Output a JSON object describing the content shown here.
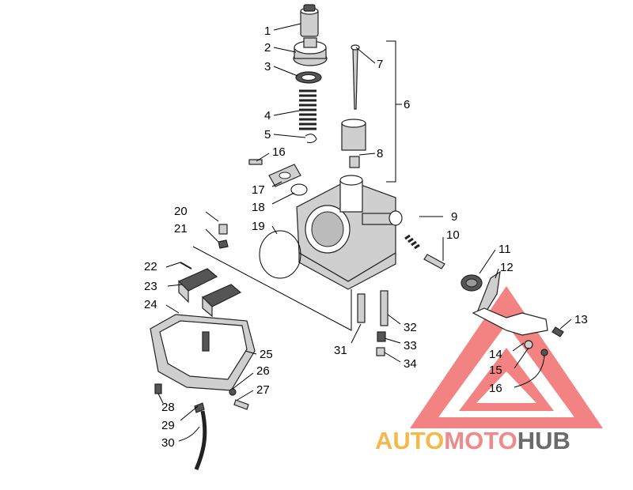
{
  "parts": [
    {
      "id": "1",
      "label": "1"
    },
    {
      "id": "2",
      "label": "2"
    },
    {
      "id": "3",
      "label": "3"
    },
    {
      "id": "4",
      "label": "4"
    },
    {
      "id": "5",
      "label": "5"
    },
    {
      "id": "6",
      "label": "6"
    },
    {
      "id": "7",
      "label": "7"
    },
    {
      "id": "8",
      "label": "8"
    },
    {
      "id": "9",
      "label": "9"
    },
    {
      "id": "10",
      "label": "10"
    },
    {
      "id": "11",
      "label": "11"
    },
    {
      "id": "12",
      "label": "12"
    },
    {
      "id": "13",
      "label": "13"
    },
    {
      "id": "14",
      "label": "14"
    },
    {
      "id": "15",
      "label": "15"
    },
    {
      "id": "16a",
      "label": "16"
    },
    {
      "id": "16b",
      "label": "16"
    },
    {
      "id": "17",
      "label": "17"
    },
    {
      "id": "18",
      "label": "18"
    },
    {
      "id": "19",
      "label": "19"
    },
    {
      "id": "20",
      "label": "20"
    },
    {
      "id": "21",
      "label": "21"
    },
    {
      "id": "22",
      "label": "22"
    },
    {
      "id": "23",
      "label": "23"
    },
    {
      "id": "24",
      "label": "24"
    },
    {
      "id": "25",
      "label": "25"
    },
    {
      "id": "26",
      "label": "26"
    },
    {
      "id": "27",
      "label": "27"
    },
    {
      "id": "28",
      "label": "28"
    },
    {
      "id": "29",
      "label": "29"
    },
    {
      "id": "30",
      "label": "30"
    },
    {
      "id": "31",
      "label": "31"
    },
    {
      "id": "32",
      "label": "32"
    },
    {
      "id": "33",
      "label": "33"
    },
    {
      "id": "34",
      "label": "34"
    }
  ],
  "watermark": {
    "brand_auto": "AUTO",
    "brand_moto": "MOTO",
    "brand_hub": "HUB",
    "colors": {
      "auto": "#f5b84a",
      "moto": "#f08a8a",
      "hub": "#6b6b6b",
      "triangle": "#f26d6d"
    }
  }
}
